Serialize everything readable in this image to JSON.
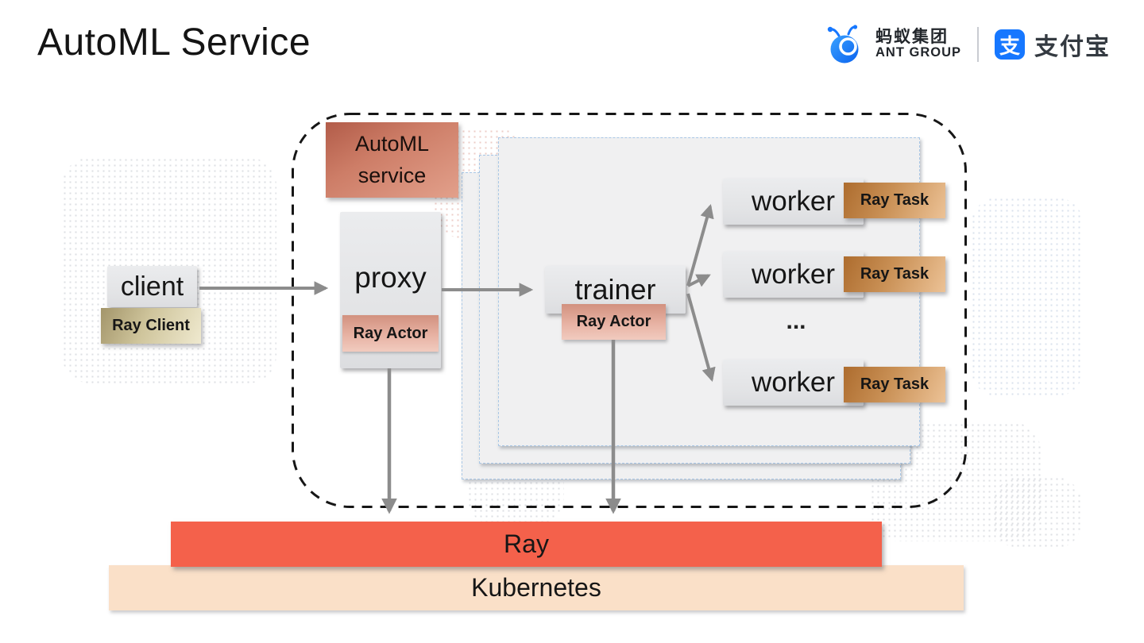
{
  "slide": {
    "title": "AutoML Service"
  },
  "header": {
    "ant_group": {
      "icon": "ant-head-icon",
      "name_cn": "蚂蚁集团",
      "name_en": "ANT GROUP"
    },
    "alipay": {
      "icon": "alipay-icon",
      "icon_char": "支",
      "name": "支付宝"
    }
  },
  "diagram": {
    "service_label": {
      "line1": "AutoML",
      "line2": "service"
    },
    "client": {
      "label": "client",
      "badge": "Ray Client"
    },
    "proxy": {
      "label": "proxy",
      "badge": "Ray Actor"
    },
    "trainer": {
      "label": "trainer",
      "badge": "Ray Actor"
    },
    "workers": [
      {
        "label": "worker",
        "badge": "Ray Task"
      },
      {
        "label": "worker",
        "badge": "Ray Task"
      },
      {
        "label": "worker",
        "badge": "Ray Task"
      }
    ],
    "ellipsis": "...",
    "platform": {
      "ray": "Ray",
      "kubernetes": "Kubernetes"
    }
  },
  "colors": {
    "ray_bar": "#F4614B",
    "kubernetes_bar": "#FAE0C8",
    "automl_box": "#C97257",
    "ray_actor_badge": "#DD9D8D",
    "ray_task_badge": "#C98A4C",
    "ray_client_badge": "#CBBE93",
    "panel_border": "#A9C7E6",
    "ant_blue": "#1677FF",
    "arrow_gray": "#8C8C8C"
  }
}
